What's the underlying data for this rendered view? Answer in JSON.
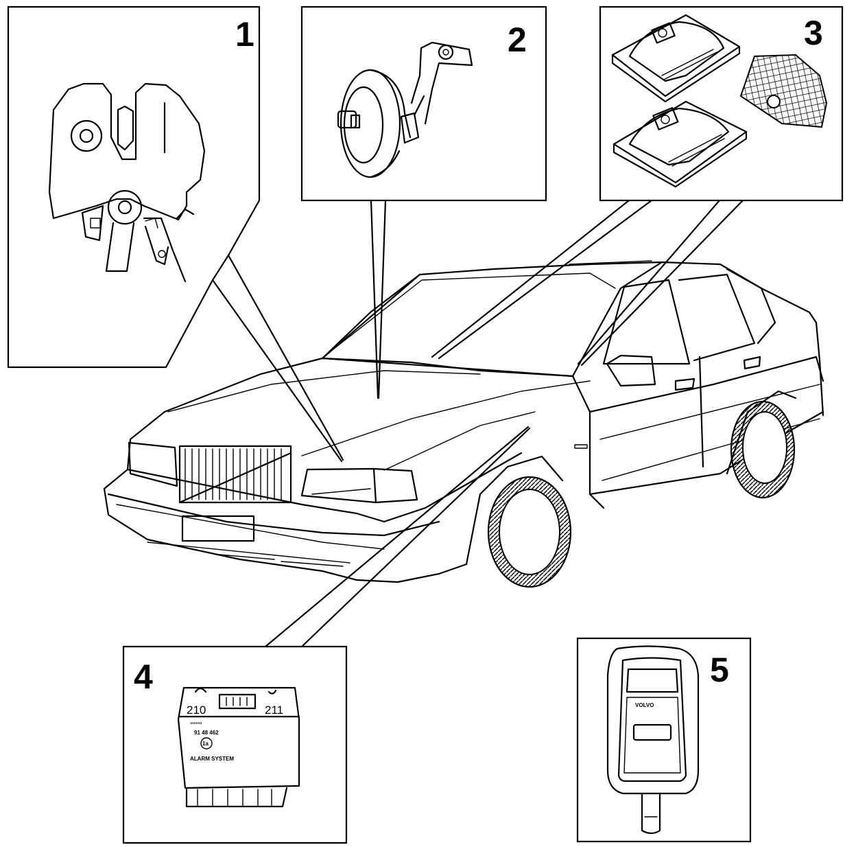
{
  "callouts": [
    {
      "number": "1",
      "component": "hood-lock"
    },
    {
      "number": "2",
      "component": "horn"
    },
    {
      "number": "3",
      "component": "sensors"
    },
    {
      "number": "4",
      "component": "alarm-control-module"
    },
    {
      "number": "5",
      "component": "remote-key"
    }
  ],
  "module_label": {
    "terminal_left": "210",
    "terminal_right": "211",
    "line_code": "‘‘‘‘‘‘‘‘‘",
    "part_no": "91 48 462",
    "badge": "1a",
    "name": "ALARM SYSTEM"
  },
  "remote_label": "VOLVO",
  "colors": {
    "line": "#000000",
    "background": "#ffffff"
  }
}
